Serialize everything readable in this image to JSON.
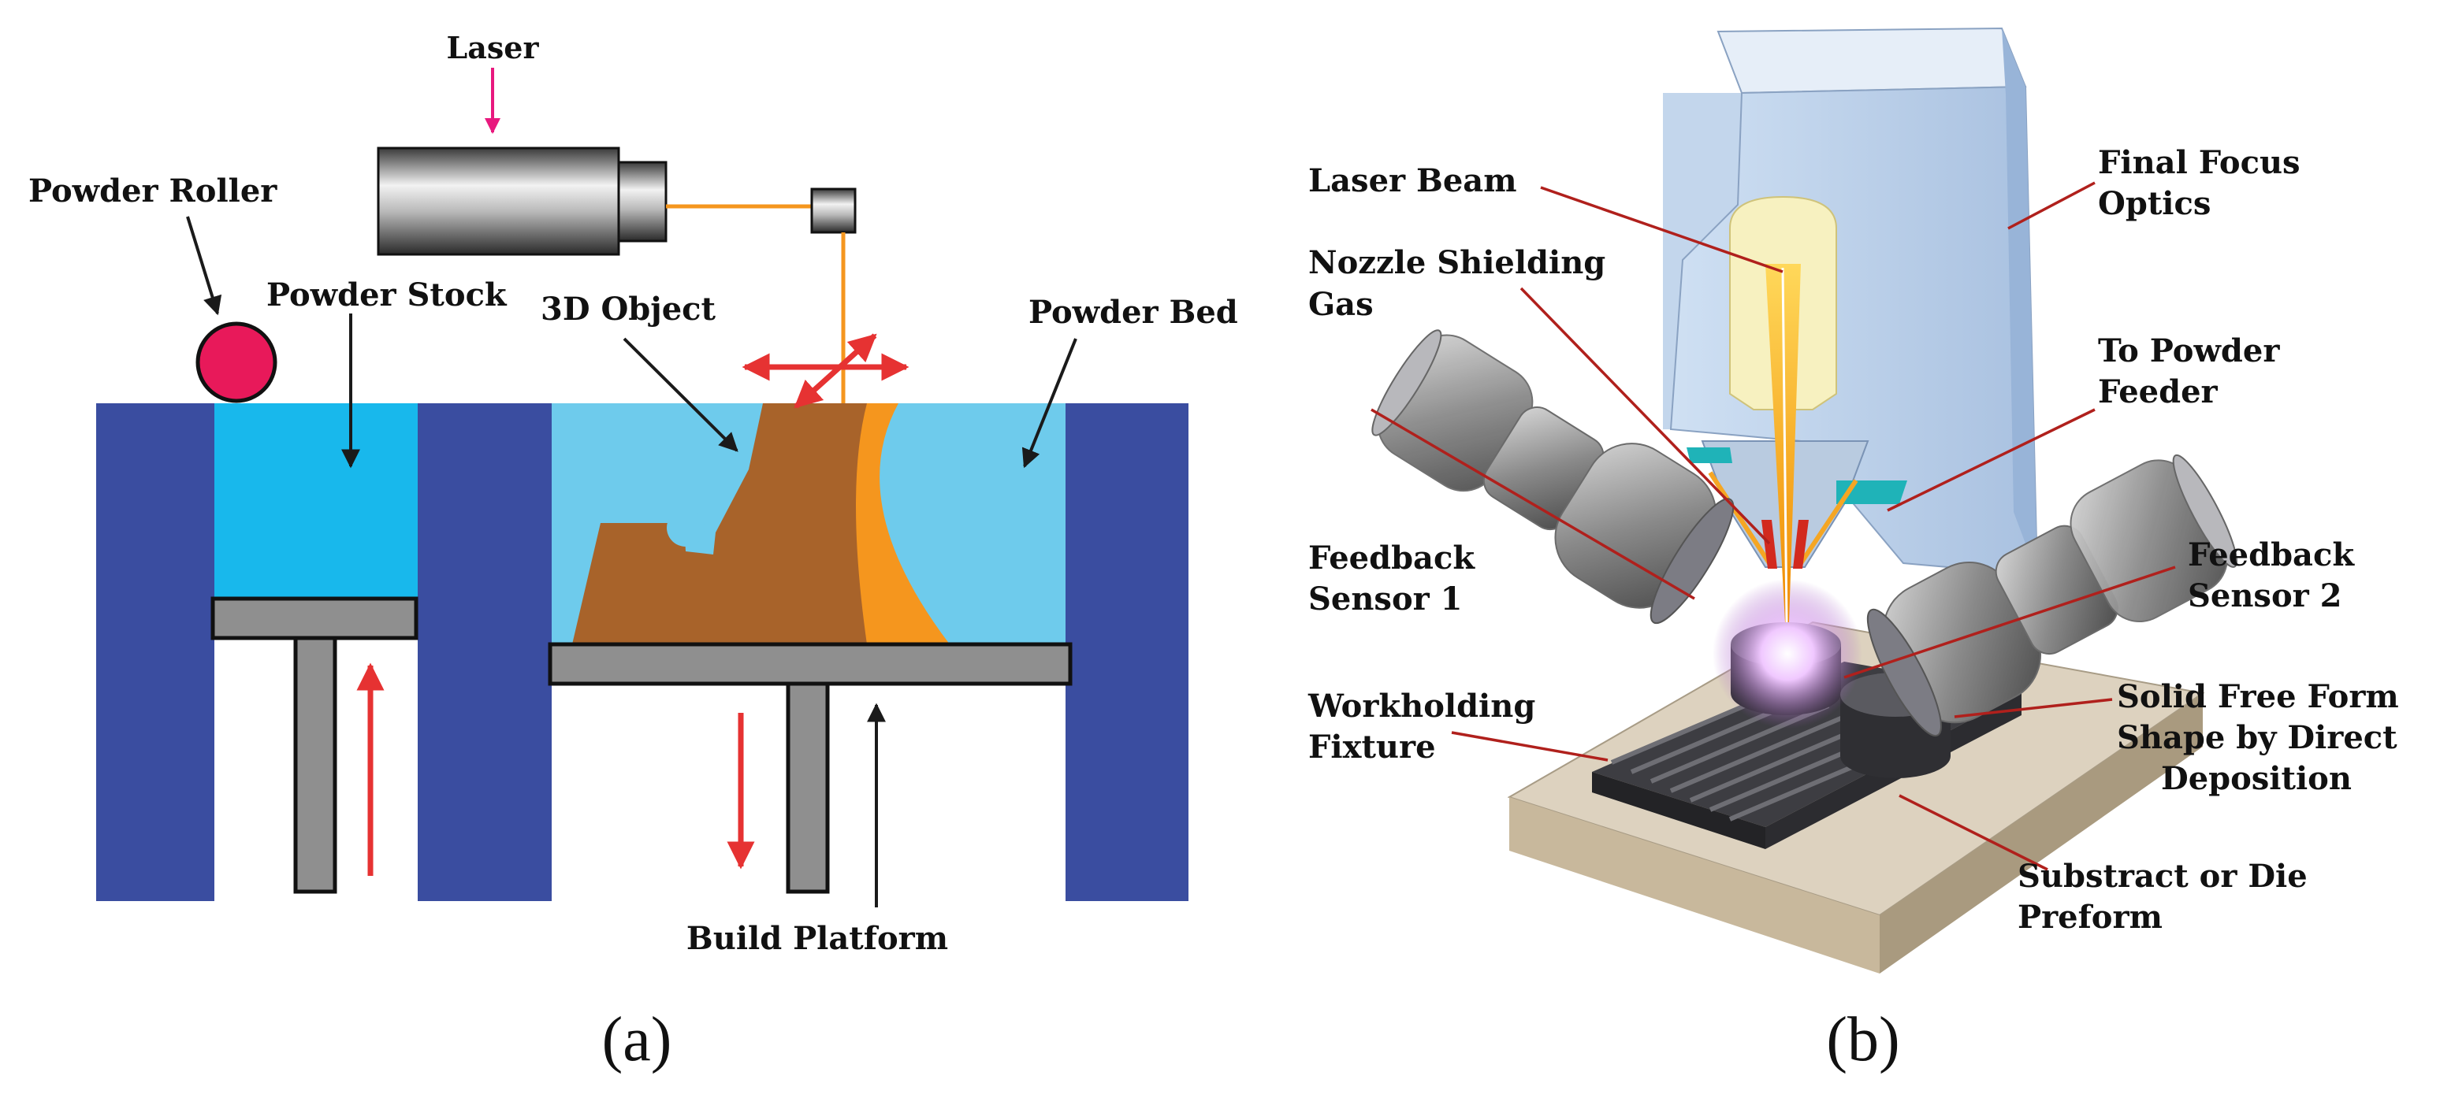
{
  "panel_a": {
    "caption": "(a)",
    "labels": {
      "laser": "Laser",
      "powder_roller": "Powder Roller",
      "powder_stock": "Powder Stock",
      "object_3d": "3D Object",
      "powder_bed": "Powder Bed",
      "build_platform": "Build Platform"
    }
  },
  "panel_b": {
    "caption": "(b)",
    "labels": {
      "laser_beam": "Laser Beam",
      "nozzle_shielding_1": "Nozzle Shielding",
      "nozzle_shielding_2": "Gas",
      "final_focus_1": "Final Focus",
      "final_focus_2": "Optics",
      "to_powder_1": "To Powder",
      "to_powder_2": "Feeder",
      "sensor1_1": "Feedback",
      "sensor1_2": "Sensor 1",
      "sensor2_1": "Feedback",
      "sensor2_2": "Sensor 2",
      "workholding_1": "Workholding",
      "workholding_2": "Fixture",
      "solid_1": "Solid Free Form",
      "solid_2": "Shape by Direct",
      "solid_3": "Deposition",
      "substract_1": "Substract or Die",
      "substract_2": "Preform"
    }
  },
  "colors": {
    "wall_blue": "#3a4da0",
    "powder_stock": "#18b8ec",
    "powder_bed": "#6ecbec",
    "object_brown": "#a8632a",
    "melt_orange": "#f5961e",
    "platform_gray": "#8f8f8f",
    "arrow_red": "#e63232",
    "laser_pink": "#e8197e",
    "leader_red": "#b0201c"
  }
}
